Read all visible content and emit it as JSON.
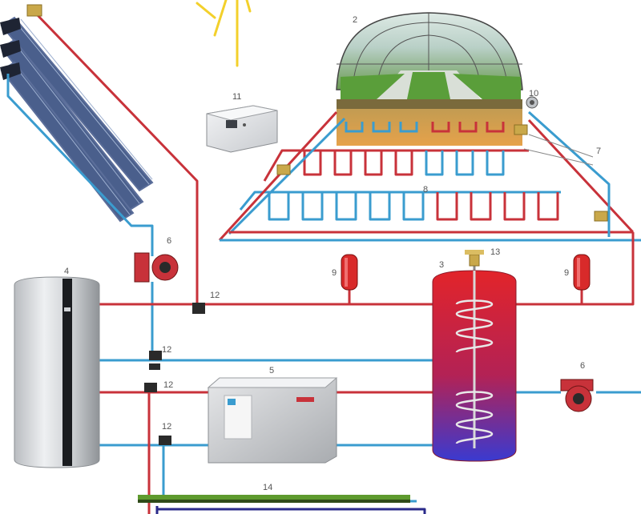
{
  "colors": {
    "hot": "#c8323a",
    "cold": "#3a9ccf",
    "dark": "#2a2a8a",
    "green": "#3c7a2c"
  },
  "labels": {
    "greenhouse": "2",
    "storage_tank": "3",
    "boiler": "4",
    "heat_exchanger": "5",
    "pump_left": "6",
    "pump_right": "6",
    "floor_collector": "7",
    "floor_heating": "8",
    "expansion_left": "9",
    "expansion_right": "9",
    "greenhouse_sensor": "10",
    "controller": "11",
    "valve_top": "12",
    "valve_2": "12",
    "valve_3": "12",
    "valve_4": "12",
    "air_vent": "13",
    "ground_bed": "14"
  }
}
